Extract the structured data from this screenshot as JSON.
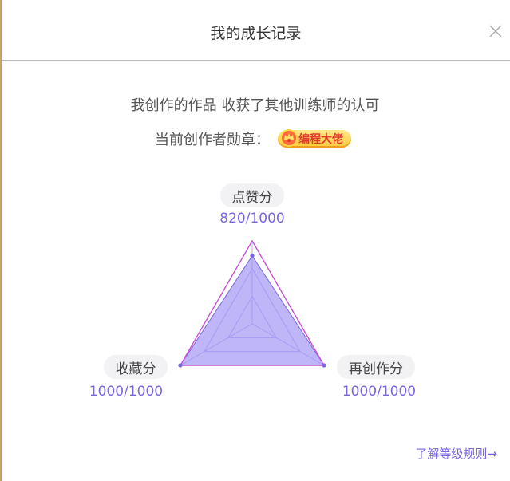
{
  "dialog": {
    "title": "我的成长记录",
    "subtitle": "我创作的作品 收获了其他训练师的认可",
    "badge_label": "当前创作者勋章：",
    "badge_text": "编程大佬",
    "rules_link": "了解等级规则→"
  },
  "stats": [
    {
      "name": "点赞分",
      "score": 820,
      "max": 1000,
      "display": "820/1000"
    },
    {
      "name": "再创作分",
      "score": 1000,
      "max": 1000,
      "display": "1000/1000"
    },
    {
      "name": "收藏分",
      "score": 1000,
      "max": 1000,
      "display": "1000/1000"
    }
  ],
  "colors": {
    "accent": "#7a66e0",
    "outline": "#c94fd8",
    "fill": "#9d8ff5",
    "badge_text": "#e03a2a"
  },
  "icons": {
    "close": "close-icon",
    "badge": "badge-crown-icon"
  }
}
